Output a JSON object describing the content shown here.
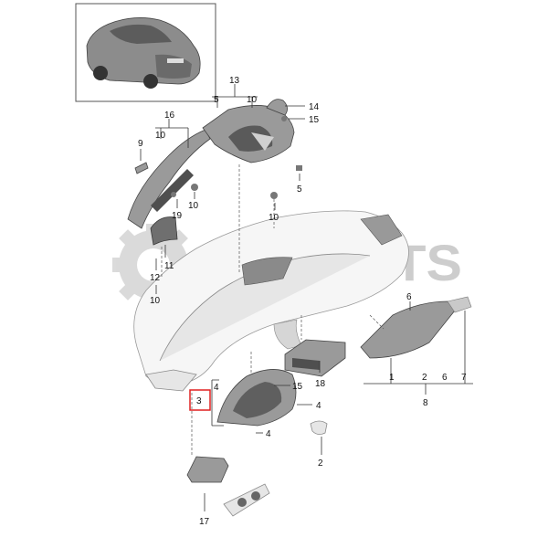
{
  "watermark": {
    "text": "RMPARTS",
    "icon": "gear-icon"
  },
  "callouts": {
    "p1": "1",
    "p2": "2",
    "p3": "3",
    "p4a": "4",
    "p4b": "4",
    "p4c": "4",
    "p5": "5",
    "p6": "6",
    "p7": "7",
    "p8": "8",
    "p9": "9",
    "p10a": "10",
    "p10b": "10",
    "p10c": "10",
    "p10d": "10",
    "p11": "11",
    "p12": "12",
    "p13": "13",
    "p14": "14",
    "p15a": "15",
    "p15b": "15",
    "p16": "16",
    "p17": "17",
    "p18": "18",
    "p19": "19",
    "g8_1": "1",
    "g8_2": "2",
    "g8_6": "6",
    "g8_7": "7",
    "g13_5": "5",
    "g13_10": "10"
  },
  "highlight": {
    "label": "3",
    "color": "#e02020"
  }
}
